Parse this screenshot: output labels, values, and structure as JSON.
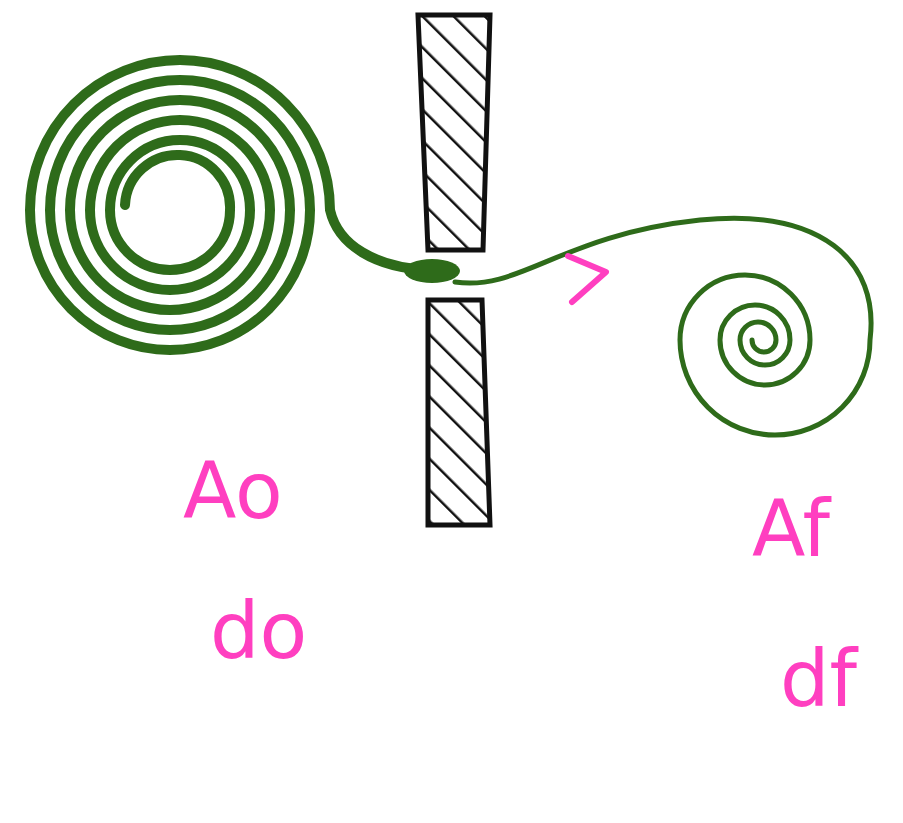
{
  "diagram": {
    "labels": [
      "Ao",
      "do",
      "Af",
      "df"
    ]
  }
}
